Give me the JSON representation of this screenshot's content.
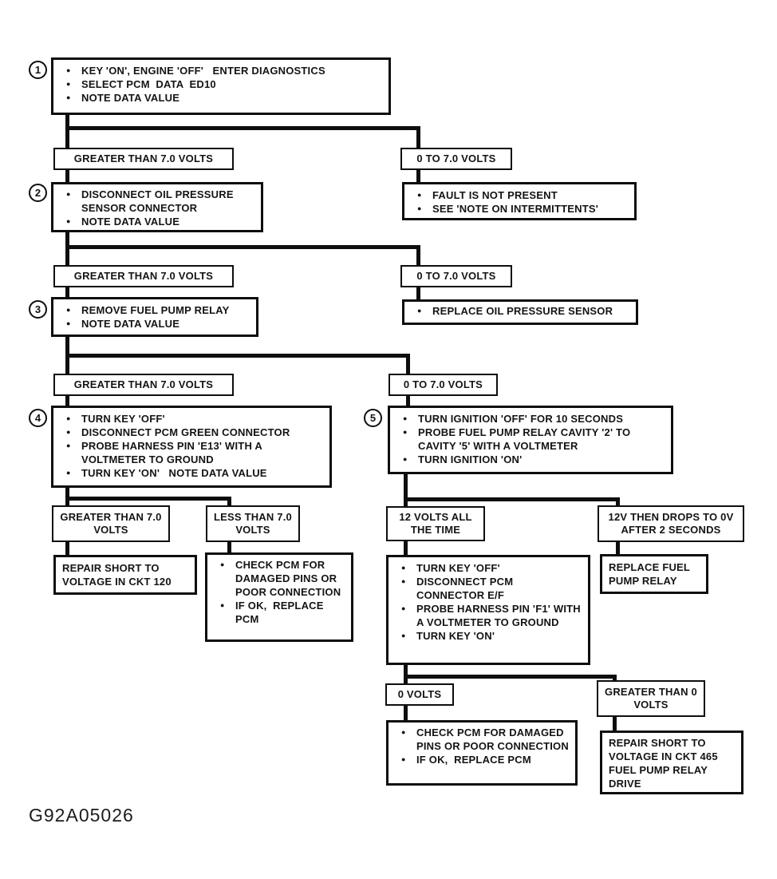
{
  "figure": {
    "caption": "G92A05026"
  },
  "colors": {
    "line": "#0e0e0e",
    "text": "#141414",
    "background": "#ffffff"
  },
  "flow": {
    "step1": {
      "badge": "1",
      "bullets": [
        "KEY 'ON', ENGINE 'OFF'   ENTER DIAGNOSTICS",
        "SELECT PCM  DATA  ED10",
        "NOTE DATA VALUE"
      ]
    },
    "branch1": {
      "left": "GREATER THAN 7.0 VOLTS",
      "right": "0 TO 7.0 VOLTS"
    },
    "step2": {
      "badge": "2",
      "bullets": [
        "DISCONNECT OIL PRESSURE SENSOR CONNECTOR",
        "NOTE DATA VALUE"
      ]
    },
    "fault_not_present": {
      "bullets": [
        "FAULT IS NOT PRESENT",
        "SEE 'NOTE ON INTERMITTENTS'"
      ]
    },
    "branch2": {
      "left": "GREATER THAN 7.0 VOLTS",
      "right": "0 TO 7.0 VOLTS"
    },
    "step3": {
      "badge": "3",
      "bullets": [
        "REMOVE FUEL PUMP RELAY",
        "NOTE DATA VALUE"
      ]
    },
    "replace_oil_sensor": {
      "bullets": [
        "REPLACE OIL PRESSURE SENSOR"
      ]
    },
    "branch3": {
      "left": "GREATER THAN 7.0 VOLTS",
      "right": "0 TO 7.0 VOLTS"
    },
    "step4": {
      "badge": "4",
      "bullets": [
        "TURN KEY 'OFF'",
        "DISCONNECT PCM GREEN CONNECTOR",
        "PROBE HARNESS PIN 'E13' WITH A VOLTMETER TO GROUND",
        "TURN KEY 'ON'   NOTE DATA VALUE"
      ]
    },
    "step5": {
      "badge": "5",
      "bullets": [
        "TURN IGNITION 'OFF' FOR 10 SECONDS",
        "PROBE FUEL PUMP RELAY CAVITY '2' TO CAVITY '5' WITH A VOLTMETER",
        "TURN IGNITION 'ON'"
      ]
    },
    "branch4": {
      "left": "GREATER THAN 7.0 VOLTS",
      "right": "LESS THAN 7.0 VOLTS"
    },
    "repair_ckt_120": {
      "text": "REPAIR SHORT TO VOLTAGE IN CKT 120"
    },
    "check_pcm_mid": {
      "bullets": [
        "CHECK PCM FOR DAMAGED PINS OR POOR CONNECTION",
        "IF OK,  REPLACE PCM"
      ]
    },
    "branch5": {
      "left": "12 VOLTS ALL THE TIME",
      "right": "12V THEN DROPS TO 0V AFTER 2 SECONDS"
    },
    "step6": {
      "bullets": [
        "TURN KEY 'OFF'",
        "DISCONNECT PCM CONNECTOR E/F",
        "PROBE HARNESS PIN 'F1' WITH A VOLTMETER TO GROUND",
        "TURN KEY 'ON'"
      ]
    },
    "replace_fuel_pump_relay": {
      "text": "REPLACE FUEL PUMP RELAY"
    },
    "branch6": {
      "left": "0 VOLTS",
      "right": "GREATER THAN 0 VOLTS"
    },
    "check_pcm_bottom": {
      "bullets": [
        "CHECK PCM FOR DAMAGED PINS OR POOR CONNECTION",
        "IF OK,  REPLACE PCM"
      ]
    },
    "repair_ckt_465": {
      "text": "REPAIR SHORT TO VOLTAGE IN CKT 465 FUEL PUMP RELAY DRIVE"
    }
  }
}
